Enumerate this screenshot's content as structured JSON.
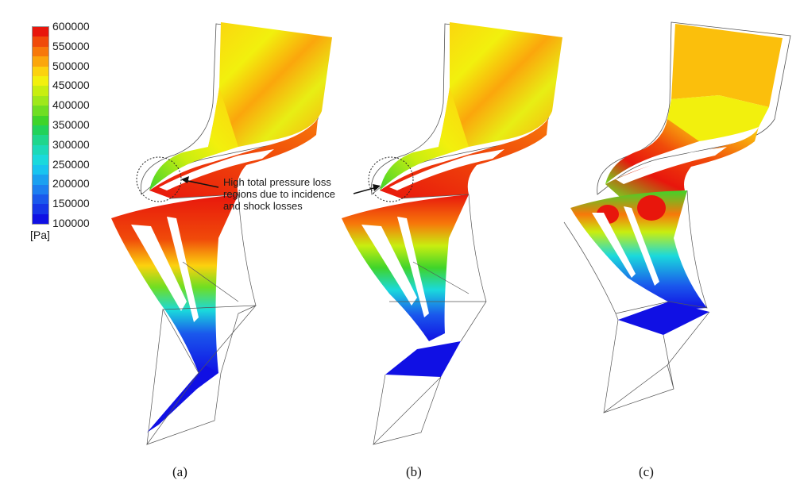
{
  "figure": {
    "legend": {
      "unit": "[Pa]",
      "ticks": [
        "600000",
        "550000",
        "500000",
        "450000",
        "400000",
        "350000",
        "300000",
        "250000",
        "200000",
        "150000",
        "100000"
      ],
      "colors": [
        "#e8160c",
        "#f04a0a",
        "#f7780a",
        "#fba60c",
        "#fcd20e",
        "#f2f00d",
        "#c8ee10",
        "#9fe81a",
        "#6fde22",
        "#3fd42a",
        "#22d25a",
        "#1fd68c",
        "#1cd9b8",
        "#1ad9dc",
        "#18c4ef",
        "#1aa0f0",
        "#1c7ef0",
        "#1a58ec",
        "#1636e8",
        "#1010e4"
      ],
      "range": [
        100000,
        600000
      ]
    },
    "annotation": {
      "text": "High total pressure loss regions due to incidence and shock losses"
    },
    "panels": [
      {
        "id": "a",
        "caption": "(a)"
      },
      {
        "id": "b",
        "caption": "(b)"
      },
      {
        "id": "c",
        "caption": "(c)"
      }
    ]
  },
  "chart_data": {
    "type": "heatmap",
    "title": "",
    "quantity": "Total pressure",
    "unit": "Pa",
    "colorbar": {
      "min": 100000,
      "max": 600000,
      "ticks": [
        600000,
        550000,
        500000,
        450000,
        400000,
        350000,
        300000,
        250000,
        200000,
        150000,
        100000
      ],
      "colormap": "rainbow (blue-low to red-high)"
    },
    "panels": [
      "(a)",
      "(b)",
      "(c)"
    ],
    "annotations": [
      "High total pressure loss regions due to incidence and shock losses"
    ]
  }
}
